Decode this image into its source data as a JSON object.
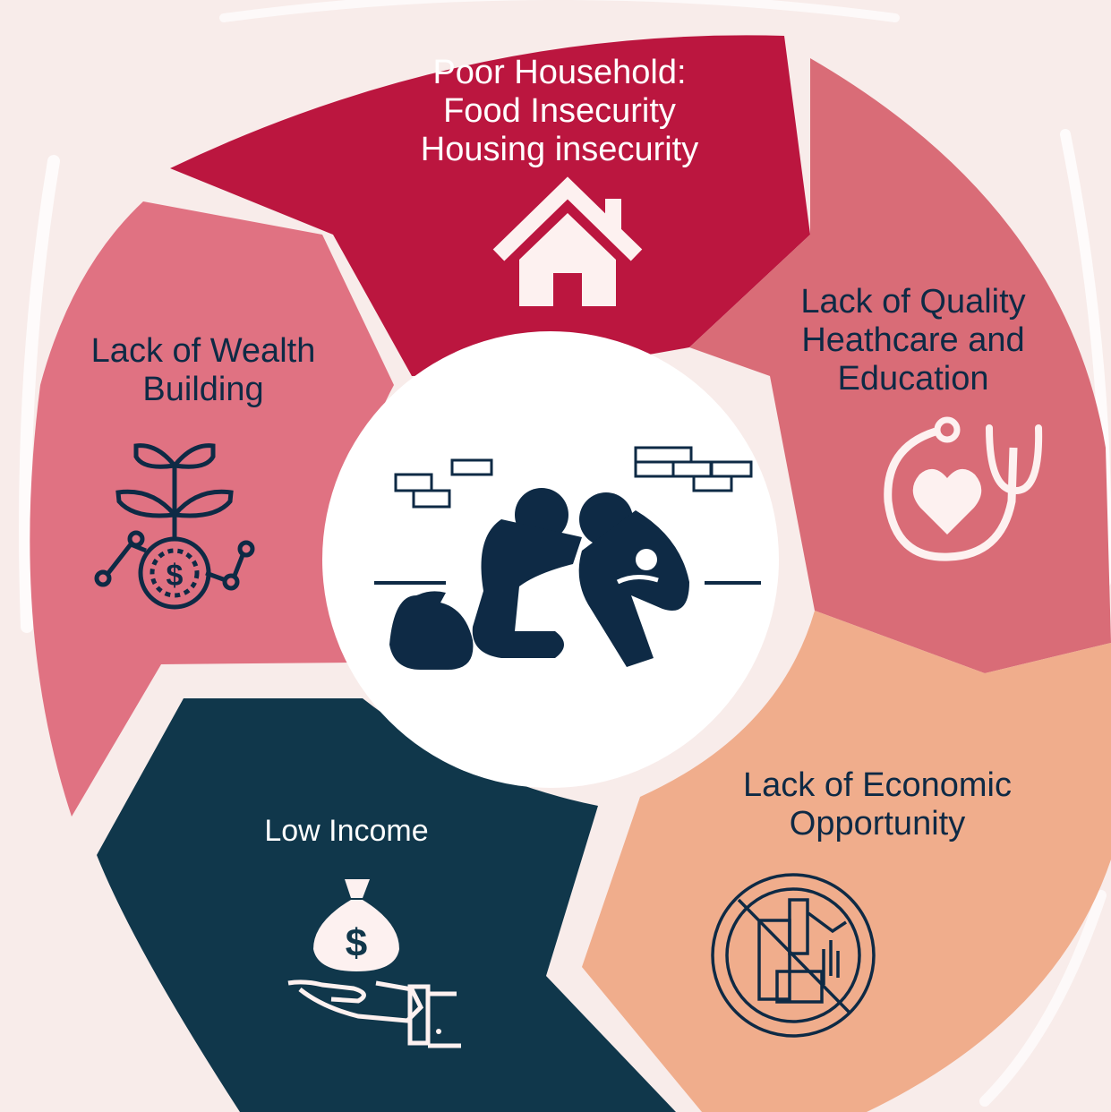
{
  "title": "",
  "colors": {
    "background": "#f8ecea",
    "poor_household": "#bb163f",
    "healthcare_education": "#d96c77",
    "economic_opportunity": "#f0ad8c",
    "low_income": "#10374b",
    "wealth_building": "#e07282",
    "center": "#ffffff",
    "icon_dark": "#0e2a45",
    "icon_light": "#fdf1f0"
  },
  "segments": [
    {
      "id": "poor-household",
      "lines": [
        "Poor Household:",
        "Food Insecurity",
        "Housing insecurity"
      ],
      "icon": "house-icon"
    },
    {
      "id": "healthcare-education",
      "lines": [
        "Lack of Quality",
        "Heathcare and",
        "Education"
      ],
      "icon": "stethoscope-heart-icon"
    },
    {
      "id": "economic-opportunity",
      "lines": [
        "Lack of Economic",
        "Opportunity"
      ],
      "icon": "no-business-icon"
    },
    {
      "id": "low-income",
      "lines": [
        "Low Income"
      ],
      "icon": "money-bag-hand-icon"
    },
    {
      "id": "wealth-building",
      "lines": [
        "Lack of Wealth",
        "Building"
      ],
      "icon": "plant-growth-dollar-icon"
    }
  ],
  "center": {
    "icon": "homeless-family-icon"
  }
}
